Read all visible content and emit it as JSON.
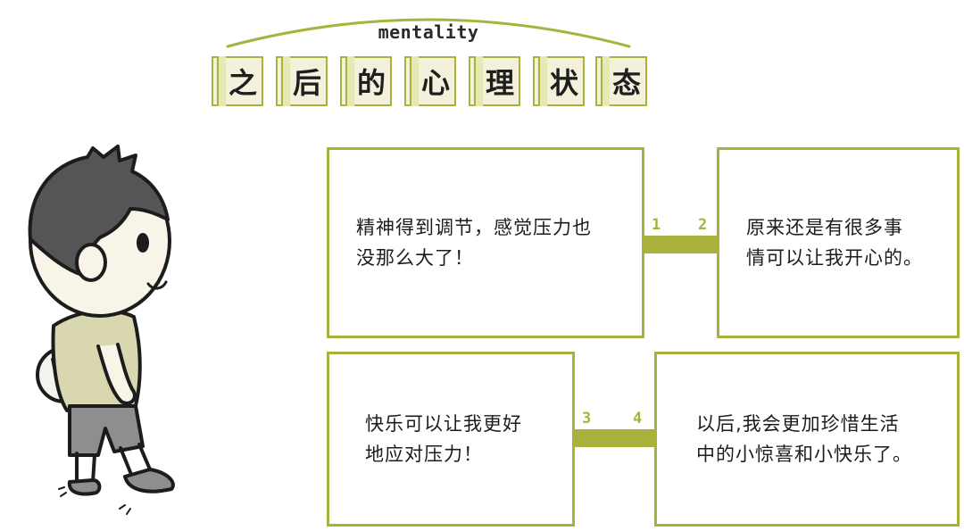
{
  "header": {
    "subtitle": "mentality",
    "title_chars": [
      "之",
      "后",
      "的",
      "心",
      "理",
      "状",
      "态"
    ]
  },
  "cards": [
    {
      "number": "1",
      "text_line1": "精神得到调节，感觉压力也",
      "text_line2": "没那么大了！"
    },
    {
      "number": "2",
      "text_line1": "原来还是有很多事",
      "text_line2": "情可以让我开心的。"
    },
    {
      "number": "3",
      "text_line1": "快乐可以让我更好",
      "text_line2": "地应对压力！"
    },
    {
      "number": "4",
      "text_line1": "以后,我会更加珍惜生活",
      "text_line2": "中的小惊喜和小快乐了。"
    }
  ],
  "colors": {
    "accent": "#a9b23c",
    "tile_fill": "#f3f1dc",
    "shirt": "#d9d7b0",
    "shorts": "#8e8e8e"
  },
  "illustration": {
    "icon": "boy-holding-ball-icon"
  }
}
